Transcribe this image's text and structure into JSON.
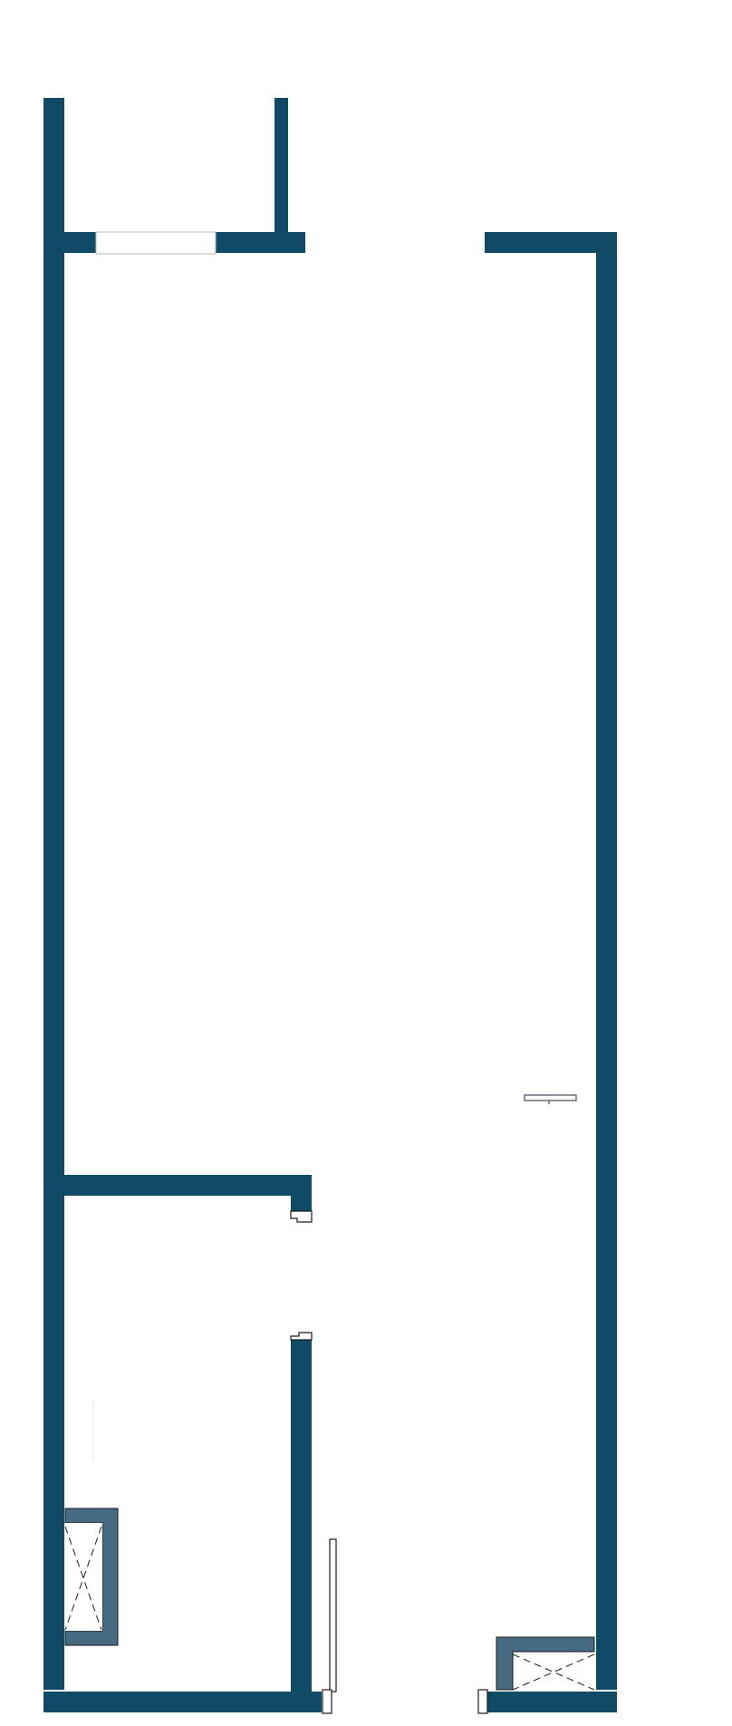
{
  "plan": {
    "colors": {
      "wall": "#0f4a67",
      "fixture_block": "#466a82",
      "line": "#1b1b1b",
      "window_edge": "#b9b9b9",
      "accent_fixture": "#6a5d78"
    },
    "elements": [
      "exterior-wall",
      "interior-partition",
      "window-opening",
      "door-opening",
      "sliding-door",
      "storage-closet",
      "shaft-block",
      "wall-fixture"
    ]
  }
}
